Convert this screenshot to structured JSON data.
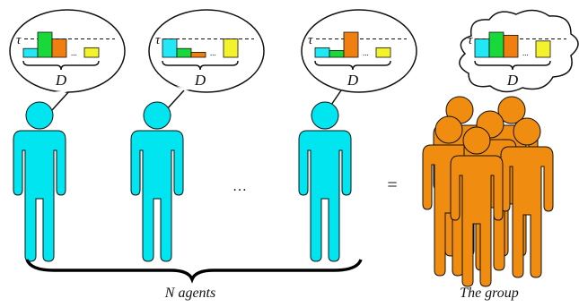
{
  "symbols": {
    "threshold": "τ",
    "domain": "D",
    "ellipsis": "...",
    "gap_ellipsis": "…",
    "equals": "="
  },
  "captions": {
    "agents": "N agents",
    "group": "The group"
  },
  "colors": {
    "agent": "#00e5f0",
    "group": "#f08c10",
    "bar_cyan": "#22e8f5",
    "bar_green": "#19d83a",
    "bar_orange": "#f07f10",
    "bar_yellow": "#f4f22a",
    "outline": "#111111"
  },
  "bubbles": [
    {
      "name": "agent-1",
      "bars": [
        {
          "color": "bar_cyan",
          "value": 0.35
        },
        {
          "color": "bar_green",
          "value": 1.0
        },
        {
          "color": "bar_orange",
          "value": 0.73
        },
        {
          "color": "bar_yellow",
          "value": 0.38
        }
      ]
    },
    {
      "name": "agent-2",
      "bars": [
        {
          "color": "bar_cyan",
          "value": 0.73
        },
        {
          "color": "bar_green",
          "value": 0.35
        },
        {
          "color": "bar_orange",
          "value": 0.2
        },
        {
          "color": "bar_yellow",
          "value": 0.73
        }
      ]
    },
    {
      "name": "agent-n",
      "bars": [
        {
          "color": "bar_cyan",
          "value": 0.38
        },
        {
          "color": "bar_green",
          "value": 0.27
        },
        {
          "color": "bar_orange",
          "value": 1.0
        },
        {
          "color": "bar_yellow",
          "value": 0.38
        }
      ]
    },
    {
      "name": "group",
      "bars": [
        {
          "color": "bar_cyan",
          "value": 0.73
        },
        {
          "color": "bar_green",
          "value": 1.0
        },
        {
          "color": "bar_orange",
          "value": 0.88
        },
        {
          "color": "bar_yellow",
          "value": 0.65
        }
      ]
    }
  ]
}
